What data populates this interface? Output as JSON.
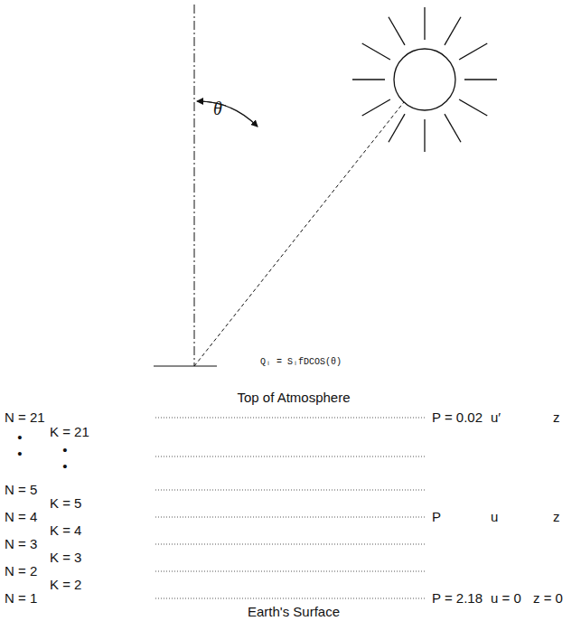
{
  "diagram": {
    "labels": [
      "θ",
      "Qᵢ = SᵢfDCOS(θ)",
      "Top of Atmosphere",
      "N = 21",
      "•",
      "•",
      "K = 21",
      "•",
      "•",
      "P = 0.02",
      "u′",
      "z",
      "N = 5",
      "K = 5",
      "N = 4",
      "P",
      "u",
      "z",
      "K = 4",
      "N = 3",
      "K = 3",
      "N = 2",
      "K = 2",
      "N = 1",
      "P = 2.18",
      "u = 0",
      "z = 0",
      "Earth's Surface"
    ]
  }
}
